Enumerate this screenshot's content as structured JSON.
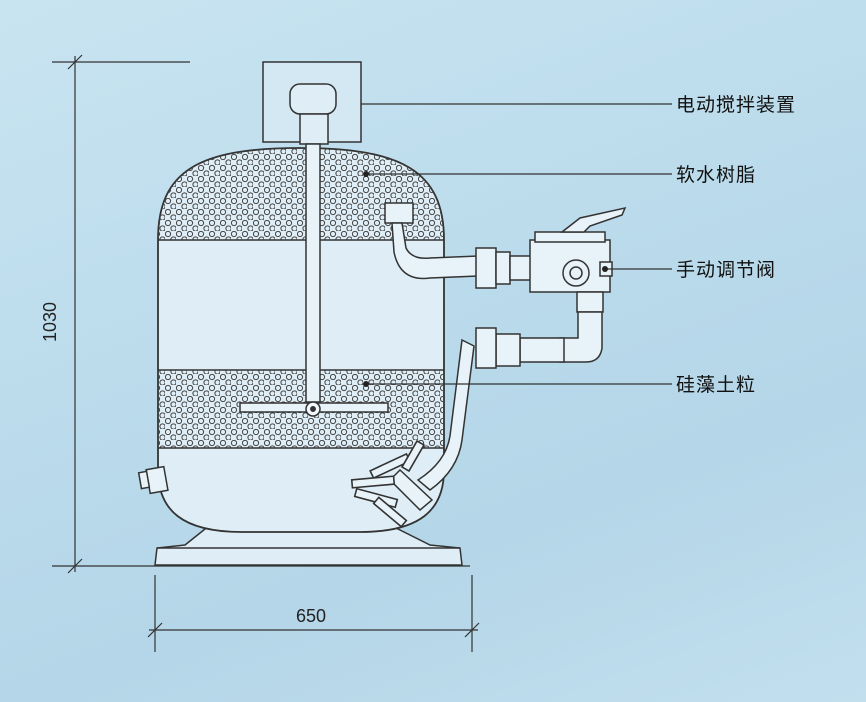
{
  "labels": {
    "stirrer": "电动搅拌装置",
    "resin": "软水树脂",
    "valve": "手动调节阀",
    "diatomite": "硅藻土粒"
  },
  "dimensions": {
    "height": "1030",
    "width": "650"
  },
  "colors": {
    "background": "#c2dfee",
    "line": "#333333",
    "tank_fill": "#dfeef6"
  }
}
